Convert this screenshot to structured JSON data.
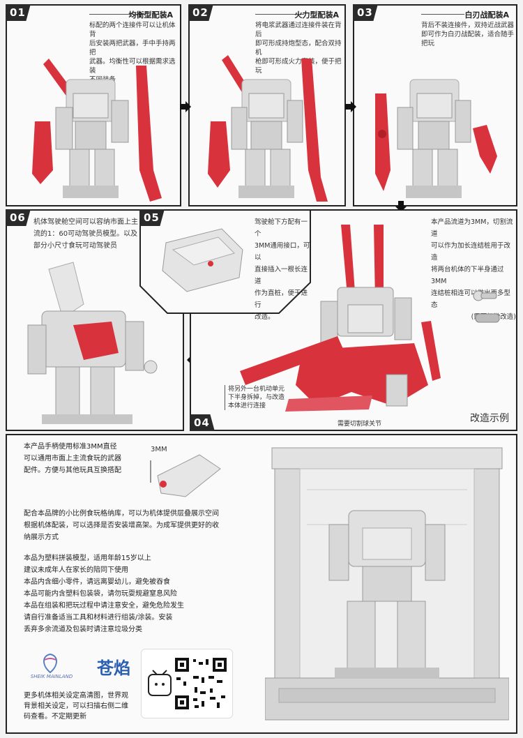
{
  "panels": [
    {
      "number": "01",
      "title": "均衡型配装A",
      "desc": [
        "标配的两个连接件可以让机体背",
        "后安装两把武器，手中手持两把",
        "武器。均衡性可以根据需求选装",
        "不同装备"
      ]
    },
    {
      "number": "02",
      "title": "火力型配装A",
      "desc": [
        "将电浆武器通过连接件装在背后",
        "即可形成持炮型态，配合双持机",
        "枪即可形成火力套装，便于把玩"
      ]
    },
    {
      "number": "03",
      "title": "白刃战配装A",
      "desc": [
        "背后不装连接件，双持近战武器",
        "即可作为白刃战配装，适合随手",
        "把玩"
      ]
    },
    {
      "number": "06",
      "desc": [
        "机体驾驶舱空间可以容纳市面上主",
        "流的1：60可动驾驶员模型。以及",
        "部分小尺寸食玩可动驾驶员"
      ]
    },
    {
      "number": "05",
      "desc": [
        "驾驶舱下方配有一个",
        "3MM通用接口，可以",
        "直接插入一根长连道",
        "作为直桩，便于进行",
        "改造。"
      ]
    },
    {
      "number": "04",
      "desc_right": [
        "本产品流道为3MM，切割流道",
        "可以作为加长连结桩用于改造",
        "将两台机体的下半身通过3MM",
        "连结桩相连可以做出更多型态",
        "(需要轻微改造)"
      ],
      "note_left": [
        "将另外一台机动单元",
        "下半身拆掉，与改造",
        "本体进行连接"
      ],
      "note_bottom": "需要切割球关节",
      "caption": "改造示例"
    }
  ],
  "bottom": {
    "weapon_text": [
      "本产品手柄使用标准3MM直径",
      "可以通用市面上主流食玩的武器",
      "配件。方便与其他玩具互换搭配"
    ],
    "callout_label": "3MM",
    "storage_text": [
      "配合本品牌的小比例食玩格纳库，可以为机体提供层叠展示空间",
      "根据机体配装，可以选择是否安装增高架。为成军提供更好的收",
      "纳展示方式"
    ],
    "notices": [
      "本品为塑料拼装模型，适用年龄15岁以上",
      "建议未成年人在家长的陪同下使用",
      "本品内含细小零件，请远离婴幼儿，避免被吞食",
      "本品可能内含塑料包装袋，请勿玩耍规避窒息风险",
      "本品在组装和把玩过程中请注意安全，避免危险发生",
      "请自行准备适当工具和材料进行组装/涂装。安装",
      "丢弃多余流道及包装时请注意垃圾分类"
    ],
    "logo1_text": "SHEIK MAINLAND",
    "logo2_text": "苍焰",
    "footer_text": [
      "更多机体相关设定高清图，世界观",
      "背景相关设定，可以扫描右侧二维",
      "码查看。不定期更新"
    ]
  },
  "colors": {
    "accent_red": "#d8323c",
    "frame": "#222222",
    "model_grey": "#d9d9d9"
  }
}
